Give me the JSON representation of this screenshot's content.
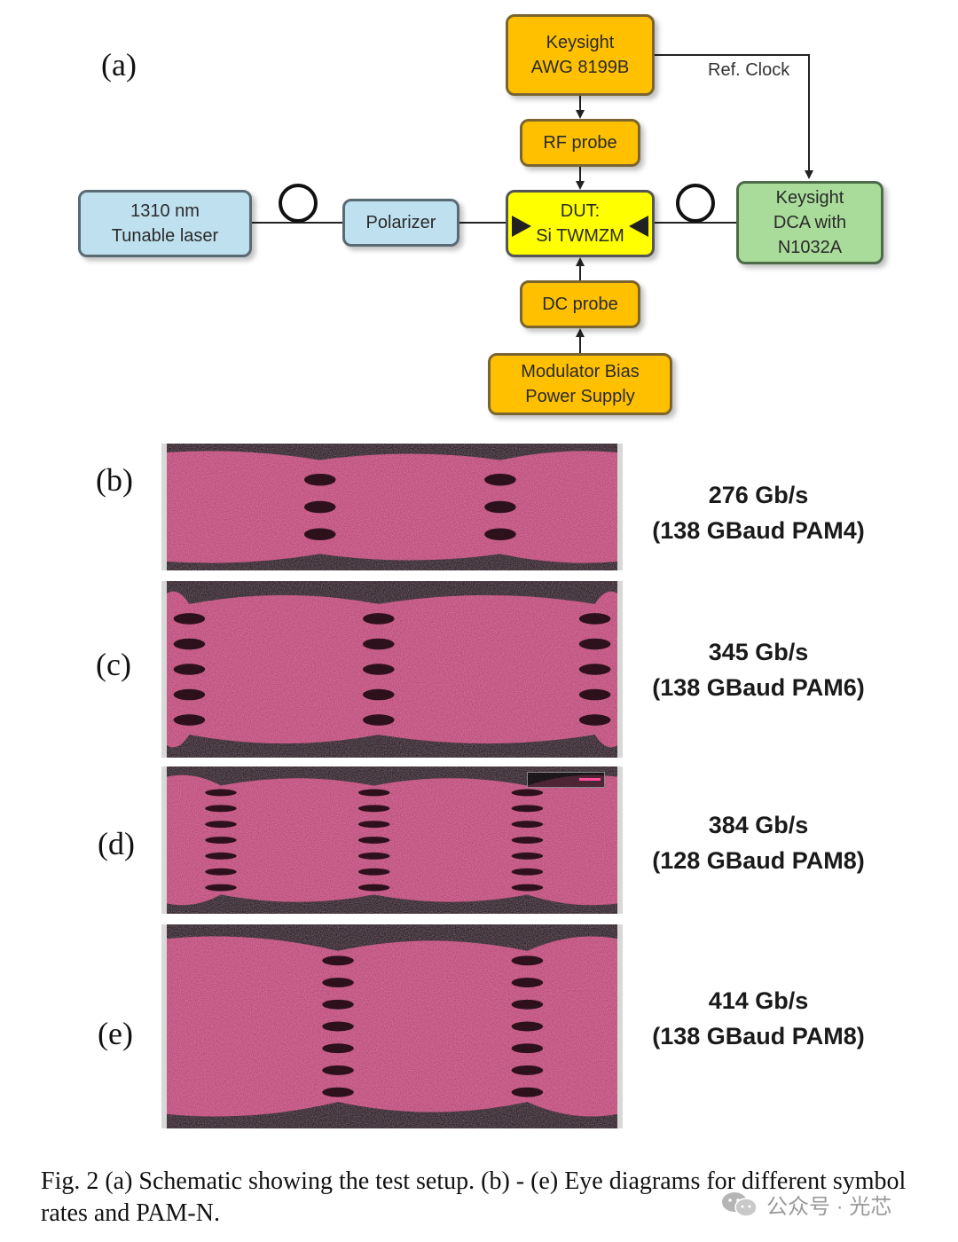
{
  "panels": {
    "a": "(a)",
    "b": "(b)",
    "c": "(c)",
    "d": "(d)",
    "e": "(e)"
  },
  "schematic": {
    "awg": [
      "Keysight",
      "AWG 8199B"
    ],
    "rf_probe": "RF probe",
    "dut": [
      "DUT:",
      "Si TWMZM"
    ],
    "dc_probe": "DC probe",
    "bias_supply": [
      "Modulator Bias",
      "Power Supply"
    ],
    "laser": [
      "1310 nm",
      "Tunable laser"
    ],
    "polarizer": "Polarizer",
    "dca": [
      "Keysight",
      "DCA with",
      "N1032A"
    ],
    "ref_clock": "Ref. Clock"
  },
  "eye_diagrams": [
    {
      "panel": "(b)",
      "rate": "276 Gb/s",
      "format": "(138 GBaud PAM4)",
      "levels": 4
    },
    {
      "panel": "(c)",
      "rate": "345 Gb/s",
      "format": "(138 GBaud PAM6)",
      "levels": 6
    },
    {
      "panel": "(d)",
      "rate": "384 Gb/s",
      "format": "(128 GBaud PAM8)",
      "levels": 8
    },
    {
      "panel": "(e)",
      "rate": "414 Gb/s",
      "format": "(138 GBaud PAM8)",
      "levels": 8
    }
  ],
  "caption": "Fig. 2 (a) Schematic showing the test setup. (b) - (e) Eye diagrams for different symbol rates and PAM-N.",
  "watermark": {
    "icon": "wechat-icon",
    "text": "公众号 · 光芯"
  },
  "colors": {
    "orange": "#ffc000",
    "blue": "#bfe1ef",
    "green": "#a9dc9a",
    "yellow": "#ffff00",
    "eye_pink": "#c2386e"
  }
}
